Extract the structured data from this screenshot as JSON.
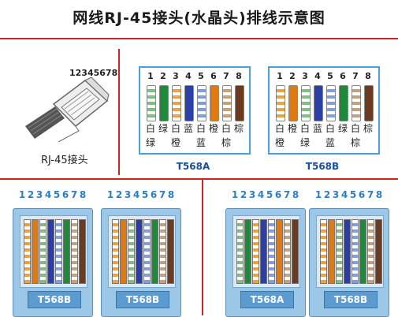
{
  "title": "网线RJ-45接头(水晶头)排线示意图",
  "plug": {
    "pin_numbers": "12345678",
    "label": "RJ-45接头"
  },
  "standards": [
    {
      "name": "T568A",
      "pins": [
        "1",
        "2",
        "3",
        "4",
        "5",
        "6",
        "7",
        "8"
      ],
      "colors_line1": [
        "白",
        "绿",
        "白",
        "蓝",
        "白",
        "橙",
        "白",
        "棕"
      ],
      "colors_line2": [
        "绿",
        "",
        "橙",
        "",
        "蓝",
        "",
        "棕",
        ""
      ],
      "wire_colors": [
        "#7fbf7f",
        "#1d8a3a",
        "#f0a040",
        "#2a3fa8",
        "#7fa0e0",
        "#e07a10",
        "#c9a07a",
        "#6b3a1f"
      ],
      "striped": [
        true,
        false,
        true,
        false,
        true,
        false,
        true,
        false
      ]
    },
    {
      "name": "T568B",
      "pins": [
        "1",
        "2",
        "3",
        "4",
        "5",
        "6",
        "7",
        "8"
      ],
      "colors_line1": [
        "白",
        "橙",
        "白",
        "蓝",
        "白",
        "绿",
        "白",
        "棕"
      ],
      "colors_line2": [
        "橙",
        "",
        "绿",
        "",
        "蓝",
        "",
        "棕",
        ""
      ],
      "wire_colors": [
        "#f0a040",
        "#e07a10",
        "#7fbf7f",
        "#2a3fa8",
        "#7fa0e0",
        "#1d8a3a",
        "#c9a07a",
        "#6b3a1f"
      ],
      "striped": [
        true,
        false,
        true,
        false,
        true,
        false,
        true,
        false
      ]
    }
  ],
  "connectors": [
    {
      "numbers": "12345678",
      "label": "T568B"
    },
    {
      "numbers": "12345678",
      "label": "T568B"
    },
    {
      "numbers": "12345678",
      "label": "T568A"
    },
    {
      "numbers": "12345678",
      "label": "T568B"
    }
  ],
  "colors": {
    "divider": "#d02424",
    "std_border": "#4aa0d8",
    "std_name": "#1a4fa0",
    "connector_body": "#9cc7e6"
  }
}
